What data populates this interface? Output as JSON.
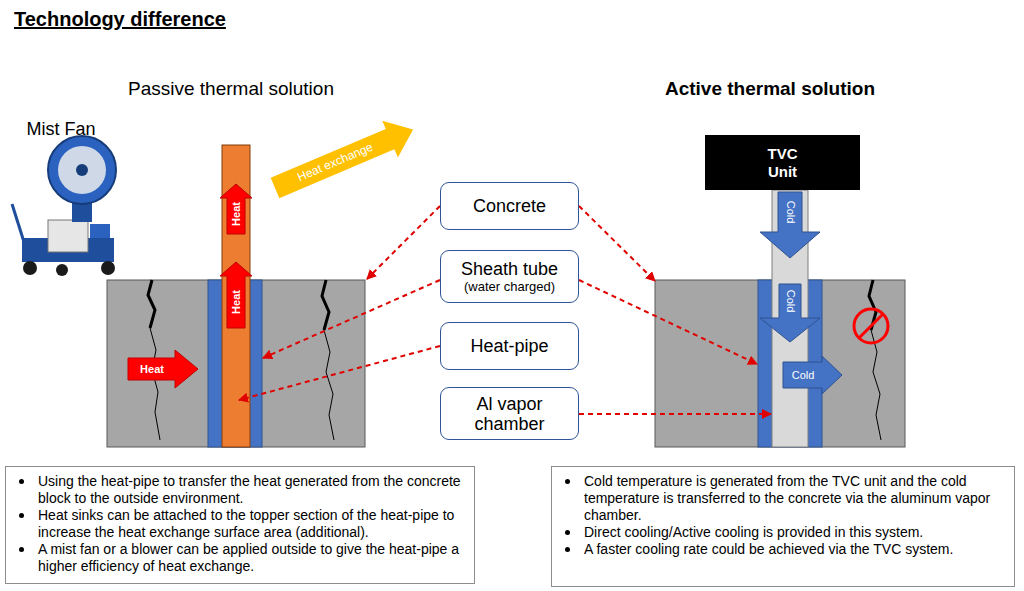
{
  "diagram": {
    "title": "Technology difference",
    "nodes": [
      {
        "text": [
          "TVC Unit"
        ]
      },
      {
        "text": [
          "Concrete"
        ]
      },
      {
        "text": [
          "Sheath tube",
          "(water charged)"
        ]
      },
      {
        "text": [
          "Heat-pipe"
        ]
      },
      {
        "text": [
          "Al vapor chamber"
        ]
      },
      {
        "text": [
          "Using the heat-pipe to transfer the heat generated from the concrete block to the outside environment.",
          "Heat sinks can be attached to the topper section of the heat-pipe to increase the heat exchange surface area (additional).",
          "A mist fan or a blower can be applied outside to give the heat-pipe a higher efficiency of heat exchange."
        ]
      },
      {
        "text": [
          "Cold temperature is generated from the TVC unit and the cold temperature is transferred to the concrete via the aluminum vapor chamber.",
          "Direct cooling/Active cooling is provided in this system.",
          "A faster cooling rate could be achieved via the TVC system."
        ]
      }
    ],
    "labels": [
      "Passive thermal solution",
      "Active thermal solution",
      "Mist Fan",
      "Heat exchange",
      "Heat",
      "Heat",
      "Heat",
      "Cold",
      "Cold",
      "Cold"
    ]
  }
}
